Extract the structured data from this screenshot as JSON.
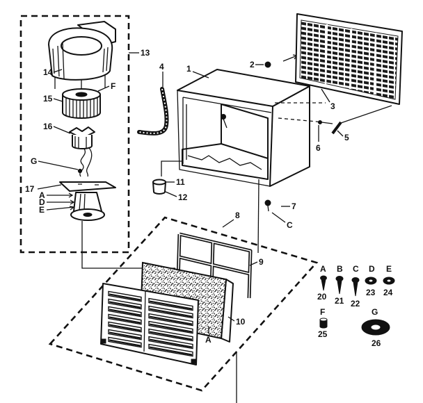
{
  "labels": {
    "part_1": "1",
    "part_2": "2",
    "part_3": "3",
    "part_4": "4",
    "part_5": "5",
    "part_6": "6",
    "part_7": "7",
    "part_8": "8",
    "part_9": "9",
    "part_10": "10",
    "part_11": "11",
    "part_12": "12",
    "part_13": "13",
    "part_14": "14",
    "part_15": "15",
    "part_16": "16",
    "part_17": "17"
  },
  "hardware_letters": {
    "blower_wheel_f": "F",
    "motor_screw_g": "G",
    "mount_a": "A",
    "mount_d": "D",
    "mount_e": "E",
    "cabinet_c": "C",
    "filter_a": "A"
  },
  "hardware_key": [
    {
      "letter": "A",
      "part": "20"
    },
    {
      "letter": "B",
      "part": "21"
    },
    {
      "letter": "C",
      "part": "22"
    },
    {
      "letter": "D",
      "part": "23"
    },
    {
      "letter": "E",
      "part": "24"
    },
    {
      "letter": "F",
      "part": "25"
    },
    {
      "letter": "G",
      "part": "26"
    }
  ],
  "colors": {
    "ink": "#111111",
    "paper": "#ffffff"
  }
}
